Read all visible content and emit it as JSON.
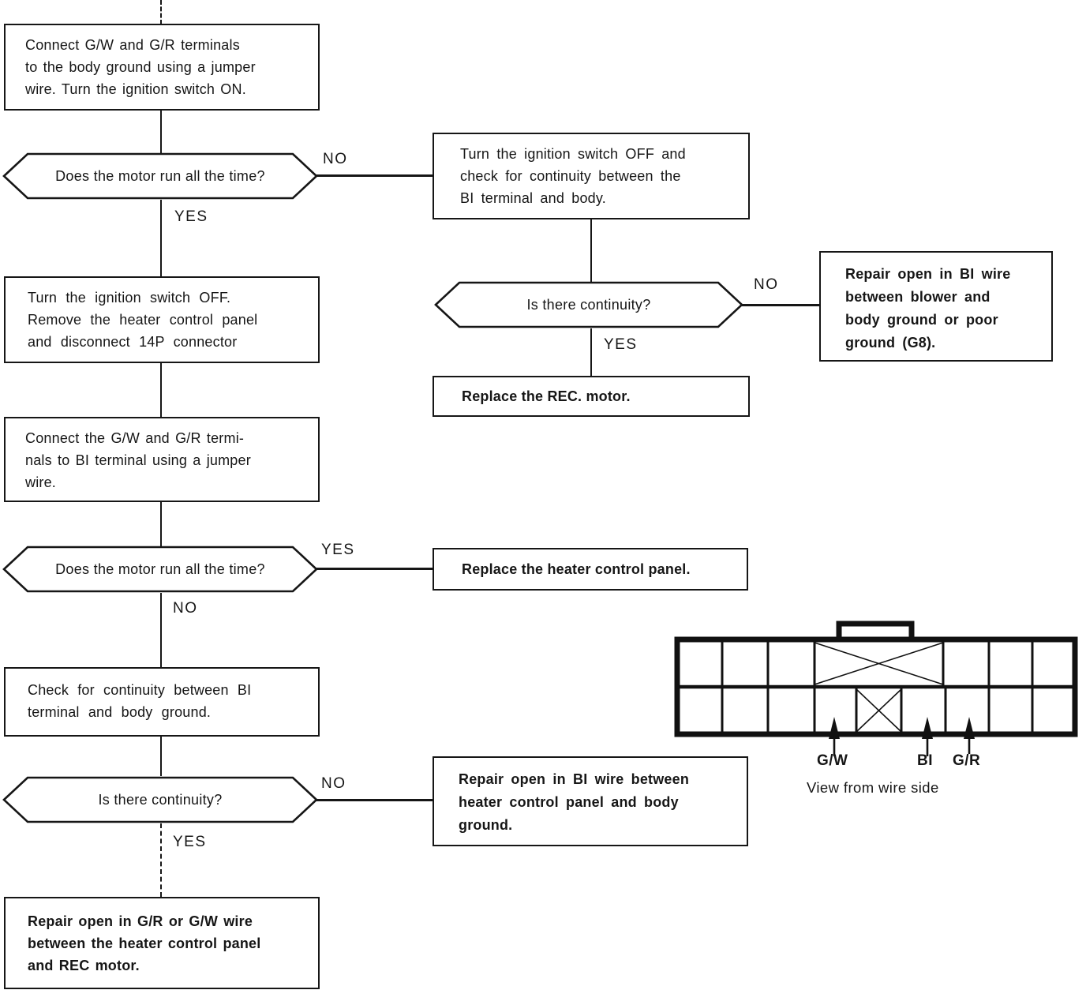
{
  "labels": {
    "yes": "YES",
    "no": "NO"
  },
  "flow": {
    "connect_ground": "Connect G/W and G/R terminals\nto the body ground using a jumper\nwire. Turn the ignition switch ON.",
    "motor_run_q1": "Does the motor run all the time?",
    "ignition_off_check": "Turn the ignition switch OFF and\ncheck for continuity between the\nBI terminal and body.",
    "continuity_q1": "Is there continuity?",
    "repair_blower_ground": "Repair open in BI wire\nbetween blower and\nbody ground or poor\nground (G8).",
    "replace_rec_motor": "Replace the REC. motor.",
    "ignition_off_remove": "Turn the ignition switch OFF.\nRemove the heater control panel\nand disconnect 14P connector",
    "connect_bi": "Connect the G/W and G/R termi-\nnals to BI terminal using a jumper\nwire.",
    "motor_run_q2": "Does the motor run all the time?",
    "replace_heater_panel": "Replace the heater control panel.",
    "check_continuity_bi": "Check for continuity between BI\nterminal and body ground.",
    "continuity_q2": "Is there continuity?",
    "repair_bi_heater": "Repair open in BI wire between\nheater control panel and body\nground.",
    "repair_gr_gw": "Repair open in G/R or G/W wire\nbetween the heater control panel\nand REC motor."
  },
  "connector": {
    "pins": {
      "gw": "G/W",
      "bi": "BI",
      "gr": "G/R"
    },
    "caption": "View from wire side"
  }
}
